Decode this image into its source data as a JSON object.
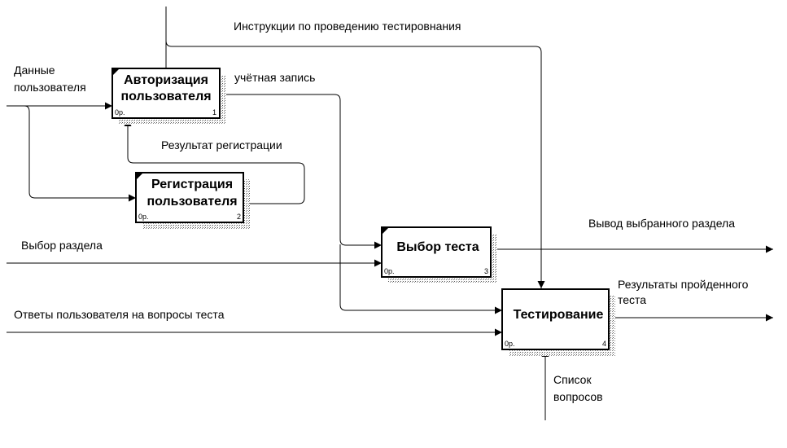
{
  "boxes": [
    {
      "title_lines": [
        "Авторизация",
        "пользователя"
      ],
      "cost": "0р.",
      "number": "1"
    },
    {
      "title_lines": [
        "Регистрация",
        "пользователя"
      ],
      "cost": "0р.",
      "number": "2"
    },
    {
      "title_lines": [
        "Выбор теста"
      ],
      "cost": "0р.",
      "number": "3"
    },
    {
      "title_lines": [
        "Тестирование"
      ],
      "cost": "0р.",
      "number": "4"
    }
  ],
  "arrows": {
    "testing_instructions": "Инструкции по проведению тестировнания",
    "user_data": [
      "Данные",
      "пользователя"
    ],
    "account": "учётная запись",
    "registration_result": "Результат регистрации",
    "section_choice": "Выбор раздела",
    "selected_section_output": "Вывод выбранного раздела",
    "test_results": [
      "Результаты пройденного",
      "теста"
    ],
    "user_answers": "Ответы пользователя на вопросы теста",
    "question_list": [
      "Список",
      "вопросов"
    ]
  }
}
